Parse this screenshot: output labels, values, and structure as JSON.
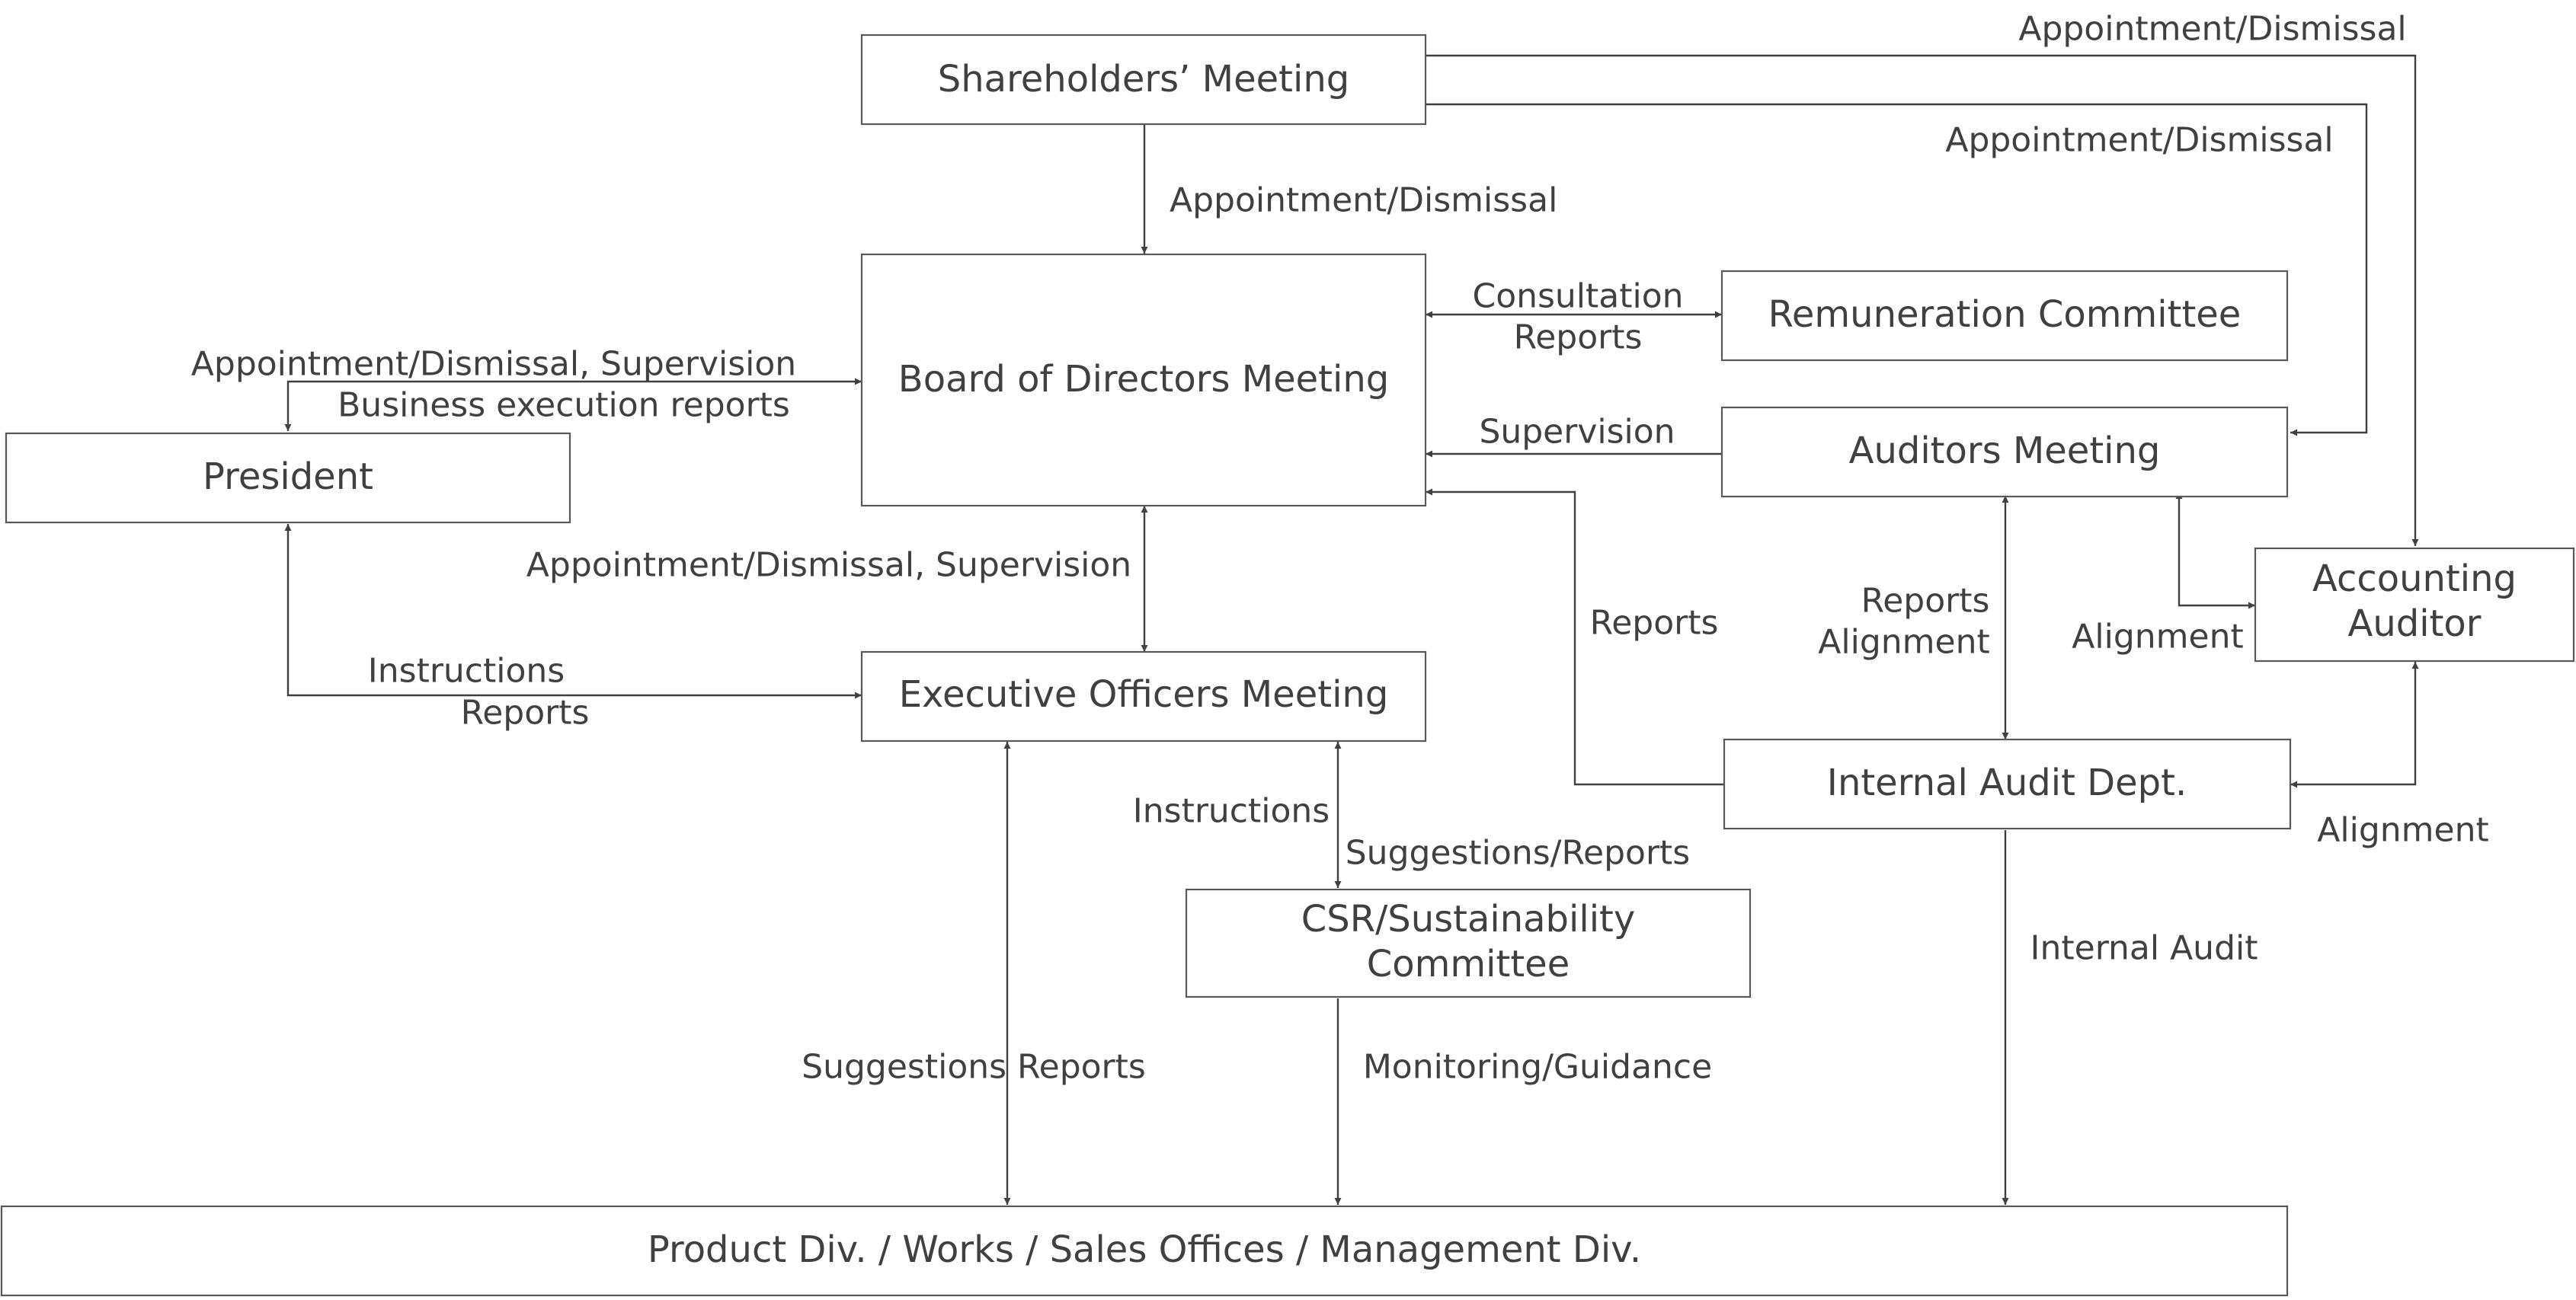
{
  "nodes": {
    "shareholders": "Shareholders’ Meeting",
    "board": "Board of Directors Meeting",
    "remuneration": "Remuneration Committee",
    "auditors": "Auditors Meeting",
    "president": "President",
    "executive": "Executive Officers Meeting",
    "accounting_1": "Accounting",
    "accounting_2": "Auditor",
    "internal_audit": "Internal Audit Dept.",
    "csr_1": "CSR/Sustainability",
    "csr_2": "Committee",
    "divisions": "Product Div. / Works / Sales Offices / Management Div."
  },
  "labels": {
    "appt_top_right": "Appointment/Dismissal",
    "appt_top_right2": "Appointment/Dismissal",
    "appt_sh_board": "Appointment/Dismissal",
    "consultation": "Consultation",
    "consult_reports": "Reports",
    "appt_president": "Appointment/Dismissal, Supervision",
    "business_reports": "Business execution reports",
    "supervision": "Supervision",
    "appt_exec": "Appointment/Dismissal, Supervision",
    "reports_ia_board": "Reports",
    "reports_align_1": "Reports",
    "reports_align_2": "Alignment",
    "alignment_aud_acc": "Alignment",
    "instructions_pres": "Instructions",
    "reports_pres": "Reports",
    "instructions_csr": "Instructions",
    "suggestions_csr": "Suggestions/Reports",
    "alignment_ia_acc": "Alignment",
    "internal_audit_lbl": "Internal Audit",
    "suggestions_div": "Suggestions Reports",
    "monitoring": "Monitoring/Guidance"
  }
}
